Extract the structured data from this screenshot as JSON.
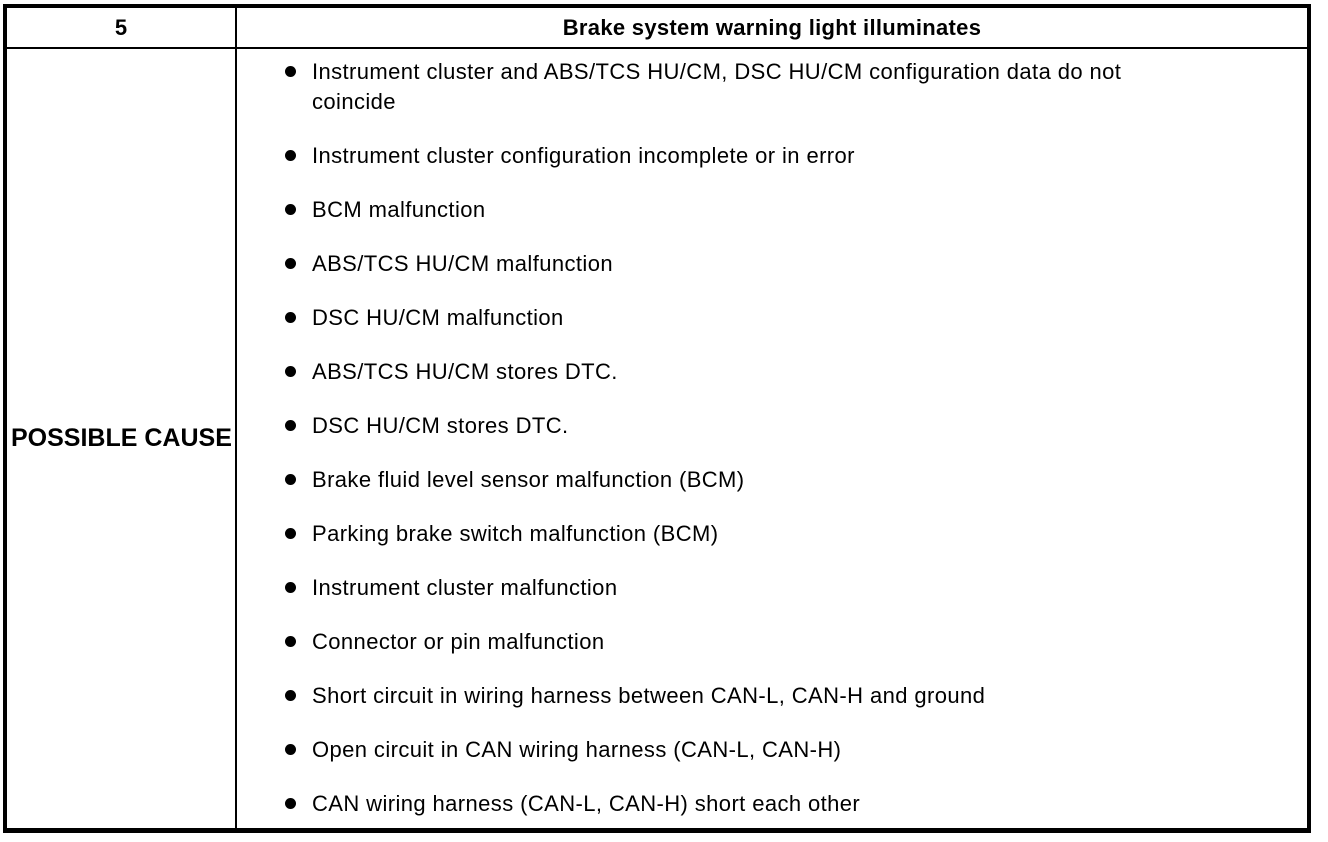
{
  "table": {
    "row_number": "5",
    "symptom_title": "Brake system warning light illuminates",
    "cause_label": "POSSIBLE CAUSE",
    "causes": [
      "Instrument cluster and ABS/TCS HU/CM, DSC HU/CM configuration data do not\ncoincide",
      "Instrument cluster configuration incomplete or in error",
      "BCM malfunction",
      "ABS/TCS HU/CM malfunction",
      "DSC HU/CM malfunction",
      "ABS/TCS HU/CM stores DTC.",
      "DSC HU/CM stores DTC.",
      "Brake fluid level sensor malfunction (BCM)",
      "Parking brake switch malfunction (BCM)",
      "Instrument cluster malfunction",
      "Connector or pin malfunction",
      "Short circuit in wiring harness between CAN-L, CAN-H and ground",
      "Open circuit in CAN wiring harness (CAN-L, CAN-H)",
      "CAN wiring harness (CAN-L, CAN-H) short each other"
    ]
  }
}
